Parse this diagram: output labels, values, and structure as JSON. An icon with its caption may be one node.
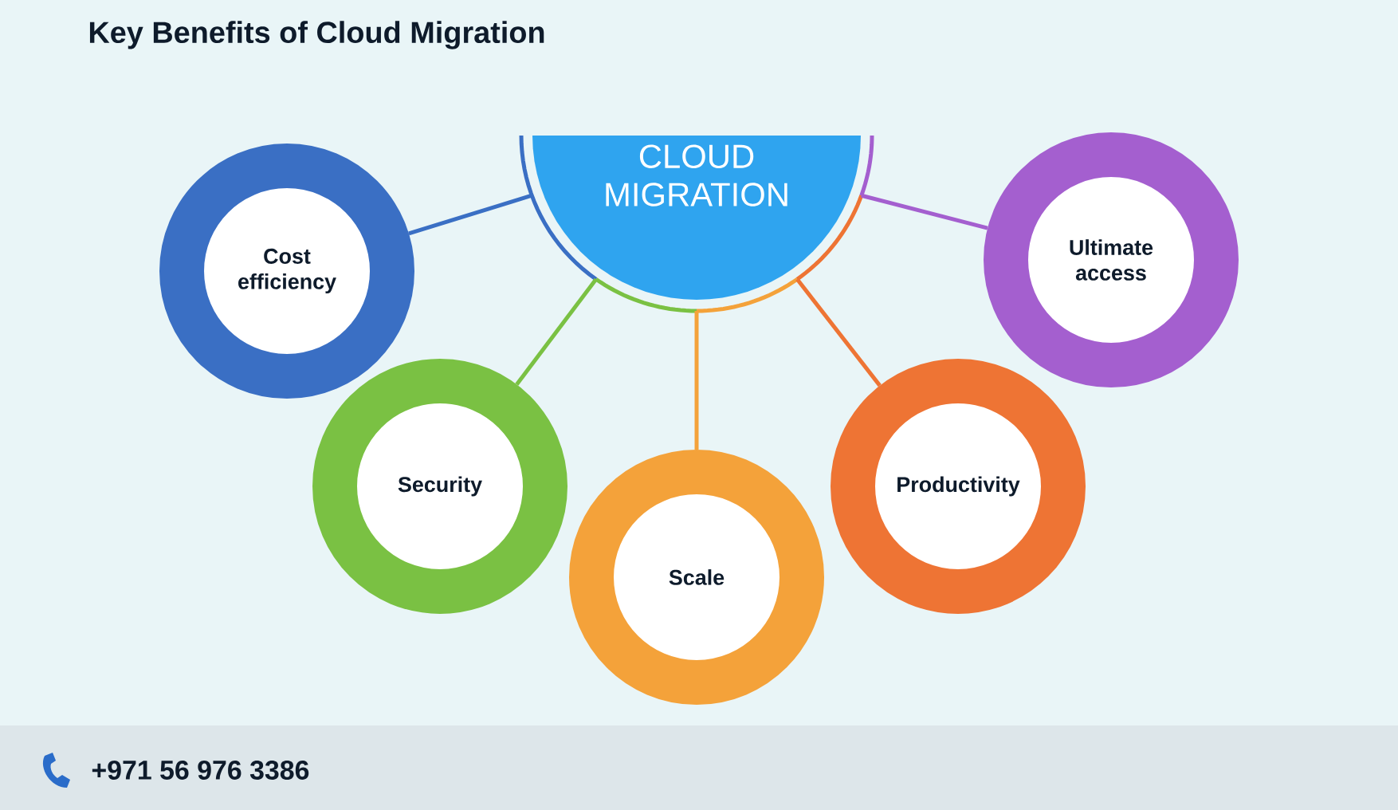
{
  "diagram": {
    "title": "Key Benefits of Cloud Migration",
    "nodes": [
      {
        "text": [
          "CLOUD MIGRATION"
        ]
      },
      {
        "text": [
          "Cost efficiency"
        ]
      },
      {
        "text": [
          "Security"
        ]
      },
      {
        "text": [
          "Scale"
        ]
      },
      {
        "text": [
          "Productivity"
        ]
      },
      {
        "text": [
          "Ultimate access"
        ]
      }
    ],
    "edges": [
      {
        "from": 0,
        "to": 1,
        "arrow": "none",
        "color": "#3a6fc4"
      },
      {
        "from": 0,
        "to": 2,
        "arrow": "none",
        "color": "#7ac143"
      },
      {
        "from": 0,
        "to": 3,
        "arrow": "none",
        "color": "#f4a23a"
      },
      {
        "from": 0,
        "to": 4,
        "arrow": "none",
        "color": "#ee7434"
      },
      {
        "from": 0,
        "to": 5,
        "arrow": "none",
        "color": "#a45fcf"
      }
    ],
    "labels": [
      "+971 56 976 3386"
    ]
  }
}
